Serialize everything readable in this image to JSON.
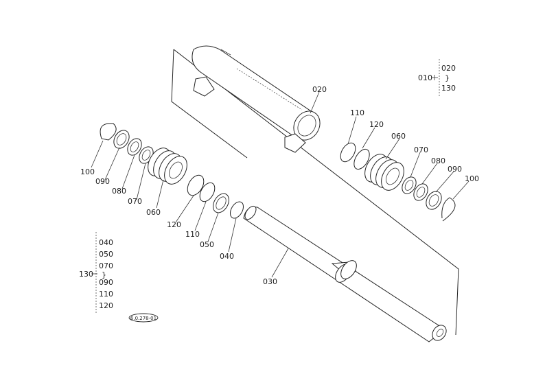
{
  "parts": {
    "p020_top": "020",
    "p110_r": "110",
    "p120_r": "120",
    "p060_r": "060",
    "p070_r": "070",
    "p080_r": "080",
    "p090_r": "090",
    "p100_r": "100",
    "p100_l": "100",
    "p090_l": "090",
    "p080_l": "080",
    "p070_l": "070",
    "p060_l": "060",
    "p120_l": "120",
    "p110_l": "110",
    "p050_l": "050",
    "p040_l": "040",
    "p030": "030"
  },
  "group_010": {
    "label": "010",
    "first": "020",
    "tilde": "}",
    "last": "130"
  },
  "group_130": {
    "label": "130",
    "items": [
      "040",
      "050",
      "070",
      "}",
      "090",
      "110",
      "120"
    ]
  },
  "drawing_code": "6.0.278-01"
}
